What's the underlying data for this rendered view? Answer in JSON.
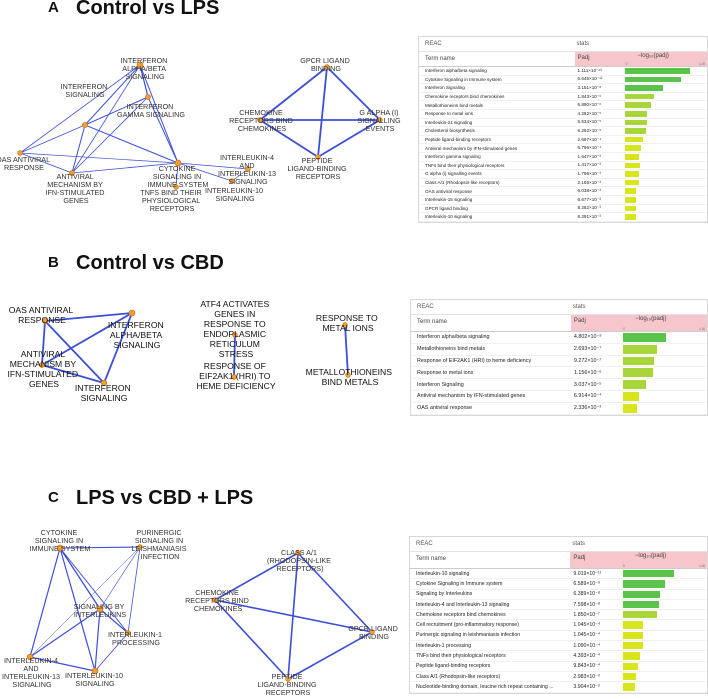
{
  "panels": {
    "a": {
      "letter": "A",
      "title": "Control vs LPS",
      "nodes": [
        {
          "label": [
            "INTERFERON",
            "ALPHA/BETA",
            "SIGNALING"
          ]
        },
        {
          "label": [
            "INTERFERON",
            "SIGNALING"
          ]
        },
        {
          "label": [
            "INTERFERON",
            "GAMMA SIGNALING"
          ]
        },
        {
          "label": [
            "OAS ANTIVIRAL",
            "RESPONSE"
          ]
        },
        {
          "label": [
            "ANTIVIRAL",
            "MECHANISM BY",
            "IFN-STIMULATED",
            "GENES"
          ]
        },
        {
          "label": [
            "CYTOKINE",
            "SIGNALING IN",
            "IMMUNE SYSTEM"
          ]
        },
        {
          "label": [
            "INTERLEUKIN-4",
            "AND",
            "INTERLEUKIN-13",
            "SIGNALING"
          ]
        },
        {
          "label": [
            "INTERLEUKIN-10",
            "SIGNALING"
          ]
        },
        {
          "label": [
            "TNFS BIND THEIR",
            "PHYSIOLOGICAL",
            "RECEPTORS"
          ]
        },
        {
          "label": [
            "GPCR LIGAND",
            "BINDING"
          ]
        },
        {
          "label": [
            "CHEMOKINE",
            "RECEPTORS BIND",
            "CHEMOKINES"
          ]
        },
        {
          "label": [
            "G ALPHA (I)",
            "SIGNALLING",
            "EVENTS"
          ]
        },
        {
          "label": [
            "PEPTIDE",
            "LIGAND-BINDING",
            "RECEPTORS"
          ]
        }
      ],
      "table": {
        "reac": "REAC",
        "stats": "stats",
        "term_header": "Term name",
        "padj_header": "Padj",
        "log_header": "−log₁₀(padj)",
        "tick_min": "0",
        "tick_max": "≤16",
        "rows": [
          {
            "term": "Interferon alpha/beta signaling",
            "padj": "1.111×10⁻¹³",
            "neglog": 12.95
          },
          {
            "term": "Cytokine Signaling in Immune system",
            "padj": "6.645×10⁻¹²",
            "neglog": 11.18
          },
          {
            "term": "Interferon Signaling",
            "padj": "3.151×10⁻⁸",
            "neglog": 7.5
          },
          {
            "term": "Chemokine receptors bind chemokines",
            "padj": "1.843×10⁻⁶",
            "neglog": 5.73
          },
          {
            "term": "Metallothioneins bind metals",
            "padj": "6.890×10⁻⁶",
            "neglog": 5.16
          },
          {
            "term": "Response to metal ions",
            "padj": "4.282×10⁻⁵",
            "neglog": 4.37
          },
          {
            "term": "Interleukin-21 signaling",
            "padj": "5.534×10⁻⁵",
            "neglog": 4.26
          },
          {
            "term": "Cholesterol biosynthesis",
            "padj": "6.262×10⁻⁵",
            "neglog": 4.2
          },
          {
            "term": "Peptide ligand-binding receptors",
            "padj": "2.697×10⁻⁴",
            "neglog": 3.57
          },
          {
            "term": "Antiviral mechanism by IFN-stimulated genes",
            "padj": "6.796×10⁻⁴",
            "neglog": 3.17
          },
          {
            "term": "Interferon gamma signaling",
            "padj": "1.647×10⁻³",
            "neglog": 2.78
          },
          {
            "term": "TNFs bind their physiological receptors",
            "padj": "1.417×10⁻³",
            "neglog": 2.85
          },
          {
            "term": "G alpha (i) signalling events",
            "padj": "1.796×10⁻³",
            "neglog": 2.75
          },
          {
            "term": "Class A/1 (Rhodopsin-like receptors)",
            "padj": "2.165×10⁻³",
            "neglog": 2.66
          },
          {
            "term": "OAS antiviral response",
            "padj": "6.038×10⁻³",
            "neglog": 2.22
          },
          {
            "term": "Interleukin-15 signaling",
            "padj": "6.677×10⁻³",
            "neglog": 2.18
          },
          {
            "term": "GPCR ligand binding",
            "padj": "8.262×10⁻³",
            "neglog": 2.08
          },
          {
            "term": "Interleukin-10 signaling",
            "padj": "8.291×10⁻³",
            "neglog": 2.08
          }
        ]
      }
    },
    "b": {
      "letter": "B",
      "title": "Control vs CBD",
      "nodes": [
        {
          "label": [
            "OAS ANTIVIRAL",
            "RESPONSE"
          ]
        },
        {
          "label": [
            "INTERFERON",
            "ALPHA/BETA",
            "SIGNALING"
          ]
        },
        {
          "label": [
            "ANTIVIRAL",
            "MECHANISM BY",
            "IFN-STIMULATED",
            "GENES"
          ]
        },
        {
          "label": [
            "INTERFERON",
            "SIGNALING"
          ]
        },
        {
          "label": [
            "ATF4 ACTIVATES",
            "GENES IN",
            "RESPONSE TO",
            "ENDOPLASMIC",
            "RETICULUM",
            "STRESS"
          ]
        },
        {
          "label": [
            "RESPONSE OF",
            "EIF2AK1 (HRI) TO",
            "HEME DEFICIENCY"
          ]
        },
        {
          "label": [
            "RESPONSE TO",
            "METAL IONS"
          ]
        },
        {
          "label": [
            "METALLOTHIONEINS",
            "BIND METALS"
          ]
        }
      ],
      "table": {
        "reac": "REAC",
        "stats": "stats",
        "term_header": "Term name",
        "padj_header": "Padj",
        "log_header": "−log₁₀(padj)",
        "tick_min": "0",
        "tick_max": "≤16",
        "rows": [
          {
            "term": "Interferon alpha/beta signaling",
            "padj": "4.802×10⁻⁹",
            "neglog": 8.32
          },
          {
            "term": "Metallothioneins bind metals",
            "padj": "2.693×10⁻⁷",
            "neglog": 6.57
          },
          {
            "term": "Response of EIF2AK1 (HRI) to heme deficiency",
            "padj": "9.272×10⁻⁷",
            "neglog": 6.03
          },
          {
            "term": "Response to metal ions",
            "padj": "1.156×10⁻⁶",
            "neglog": 5.94
          },
          {
            "term": "Interferon Signaling",
            "padj": "3.037×10⁻⁵",
            "neglog": 4.52
          },
          {
            "term": "Antiviral mechanism by IFN-stimulated genes",
            "padj": "6.914×10⁻⁴",
            "neglog": 3.16
          },
          {
            "term": "OAS antiviral response",
            "padj": "2.336×10⁻³",
            "neglog": 2.63
          }
        ]
      }
    },
    "c": {
      "letter": "C",
      "title": "LPS vs CBD + LPS",
      "nodes": [
        {
          "label": [
            "CYTOKINE",
            "SIGNALING IN",
            "IMMUNE SYSTEM"
          ]
        },
        {
          "label": [
            "PURINERGIC",
            "SIGNALING IN",
            "LEISHMANIASIS",
            "INFECTION"
          ]
        },
        {
          "label": [
            "SIGNALING BY",
            "INTERLEUKINS"
          ]
        },
        {
          "label": [
            "INTERLEUKIN-1",
            "PROCESSING"
          ]
        },
        {
          "label": [
            "INTERLEUKIN-4",
            "AND",
            "INTERLEUKIN-13",
            "SIGNALING"
          ]
        },
        {
          "label": [
            "INTERLEUKIN-10",
            "SIGNALING"
          ]
        },
        {
          "label": [
            "CLASS A/1",
            "(RHODOPSIN-LIKE",
            "RECEPTORS)"
          ]
        },
        {
          "label": [
            "CHEMOKINE",
            "RECEPTORS BIND",
            "CHEMOKINES"
          ]
        },
        {
          "label": [
            "GPCR LIGAND",
            "BINDING"
          ]
        },
        {
          "label": [
            "PEPTIDE",
            "LIGAND-BINDING",
            "RECEPTORS"
          ]
        }
      ],
      "table": {
        "reac": "REAC",
        "stats": "stats",
        "term_header": "Term name",
        "padj_header": "Padj",
        "log_header": "−log₁₀(padj)",
        "tick_min": "0",
        "tick_max": "≤16",
        "rows": [
          {
            "term": "Interleukin-10 signaling",
            "padj": "9.019×10⁻¹¹",
            "neglog": 10.04
          },
          {
            "term": "Cytokine Signaling in Immune system",
            "padj": "6.589×10⁻⁹",
            "neglog": 8.18
          },
          {
            "term": "Signaling by Interleukins",
            "padj": "6.389×10⁻⁸",
            "neglog": 7.19
          },
          {
            "term": "Interleukin-4 and Interleukin-13 signaling",
            "padj": "7.598×10⁻⁸",
            "neglog": 7.12
          },
          {
            "term": "Chemokine receptors bind chemokines",
            "padj": "1.850×10⁻⁷",
            "neglog": 6.73
          },
          {
            "term": "Cell recruitment (pro-inflammatory response)",
            "padj": "1.045×10⁻⁴",
            "neglog": 3.98
          },
          {
            "term": "Purinergic signaling in leishmaniasis infection",
            "padj": "1.045×10⁻⁴",
            "neglog": 3.98
          },
          {
            "term": "Interleukin-1 processing",
            "padj": "1.090×10⁻⁴",
            "neglog": 3.96
          },
          {
            "term": "TNFs bind their physiological receptors",
            "padj": "4.393×10⁻⁴",
            "neglog": 3.36
          },
          {
            "term": "Peptide ligand-binding receptors",
            "padj": "9.843×10⁻⁴",
            "neglog": 3.01
          },
          {
            "term": "Class A/1 (Rhodopsin-like receptors)",
            "padj": "2.983×10⁻³",
            "neglog": 2.53
          },
          {
            "term": "Nucleotide-binding domain, leucine rich repeat containing ...",
            "padj": "3.904×10⁻³",
            "neglog": 2.41
          }
        ]
      }
    }
  },
  "colors": {
    "edge": "#3b4fd8",
    "node_fill": "#f0a030",
    "node_stroke": "#c86a10",
    "bar_high": "#5cc34a",
    "bar_mid": "#a8d63a",
    "bar_low": "#d6e51c",
    "header_pink": "#f7c6cc"
  },
  "bar_scale_max": 16
}
